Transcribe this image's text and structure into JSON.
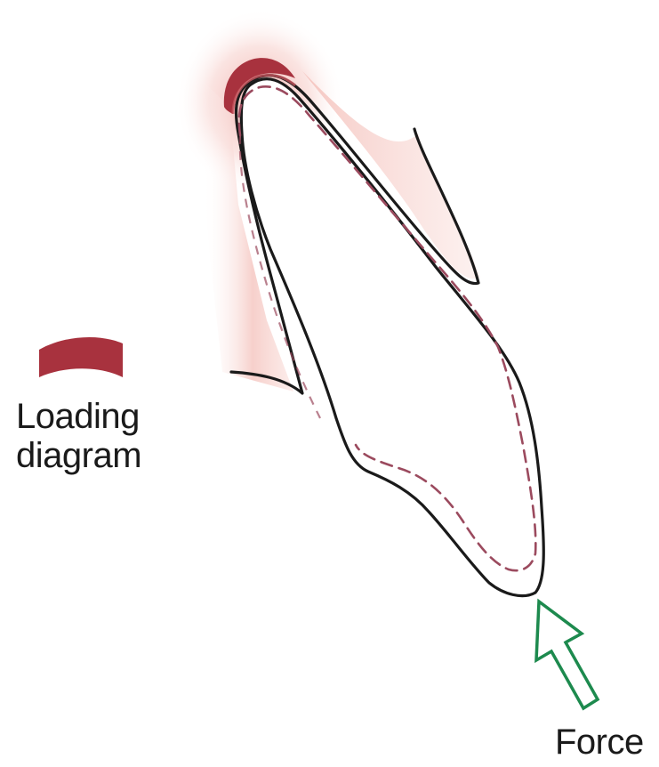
{
  "legend": {
    "line1": "Loading",
    "line2": "diagram",
    "swatch_color": "#a8323e"
  },
  "force": {
    "label": "Force",
    "arrow_color": "#1d8a4e"
  },
  "colors": {
    "outline": "#1a1a1a",
    "dashed_root": "#9b4a5e",
    "bone_shade": "#f2b8b3",
    "loading_region": "#a8323e"
  }
}
